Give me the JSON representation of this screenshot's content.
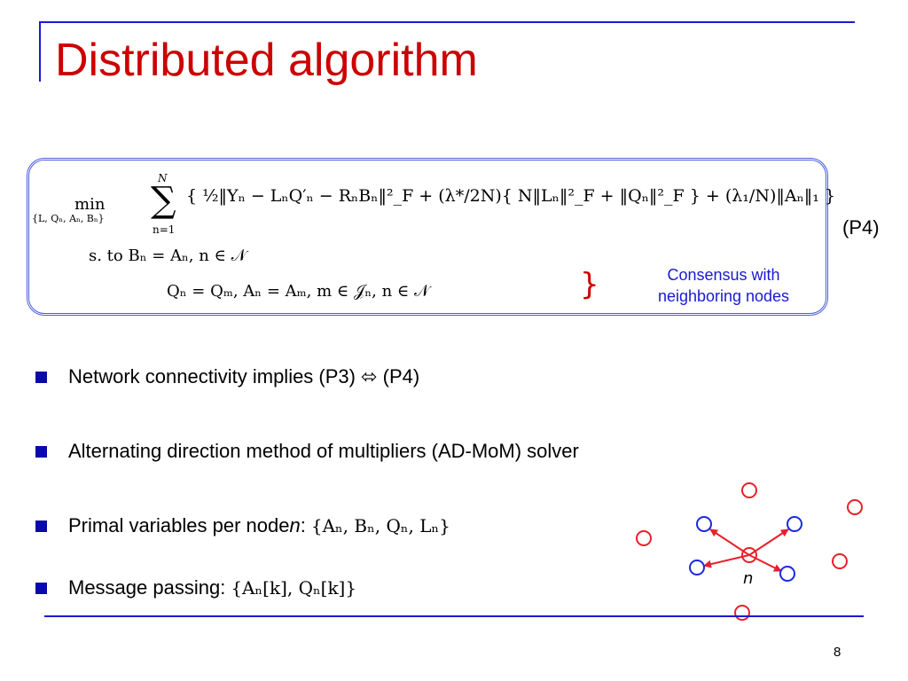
{
  "slide": {
    "title": "Distributed algorithm",
    "problem_label": "(P4)",
    "formula": {
      "min": "min",
      "min_subscript": "{L, Qₙ, Aₙ, Bₙ}",
      "sum_upper": "N",
      "sum_symbol": "∑",
      "sum_lower": "n=1",
      "objective": "{ ½‖Yₙ − LₙQ′ₙ − RₙBₙ‖²_F + (λ*/2N){ N‖Lₙ‖²_F + ‖Qₙ‖²_F } + (λ₁/N)‖Aₙ‖₁ }",
      "constraint_1": "s. to    Bₙ = Aₙ,    n ∈ 𝒩",
      "constraint_2": "Qₙ = Qₘ,    Aₙ = Aₘ,    m ∈ 𝒥ₙ, n ∈ 𝒩"
    },
    "consensus_brace": "}",
    "consensus_note": "Consensus with neighboring nodes",
    "bullets": [
      {
        "text": "Network connectivity implies (P3) ⬄ (P4)"
      },
      {
        "text": "Alternating direction method of multipliers (AD-MoM) solver"
      },
      {
        "prefix": "Primal variables per node ",
        "var": "n",
        "suffix": " :",
        "math": "{Aₙ, Bₙ, Qₙ, Lₙ}"
      },
      {
        "prefix": "Message passing:",
        "math": "{Aₙ[k], Qₙ[k]}"
      }
    ],
    "diagram": {
      "center_label": "n"
    },
    "page_number": "8",
    "colors": {
      "title": "#cc0000",
      "accent_lines": "#1a1ad0",
      "bullet": "#0a0aaa",
      "node_red": "#e8202a",
      "node_blue": "#1a2adc"
    }
  }
}
